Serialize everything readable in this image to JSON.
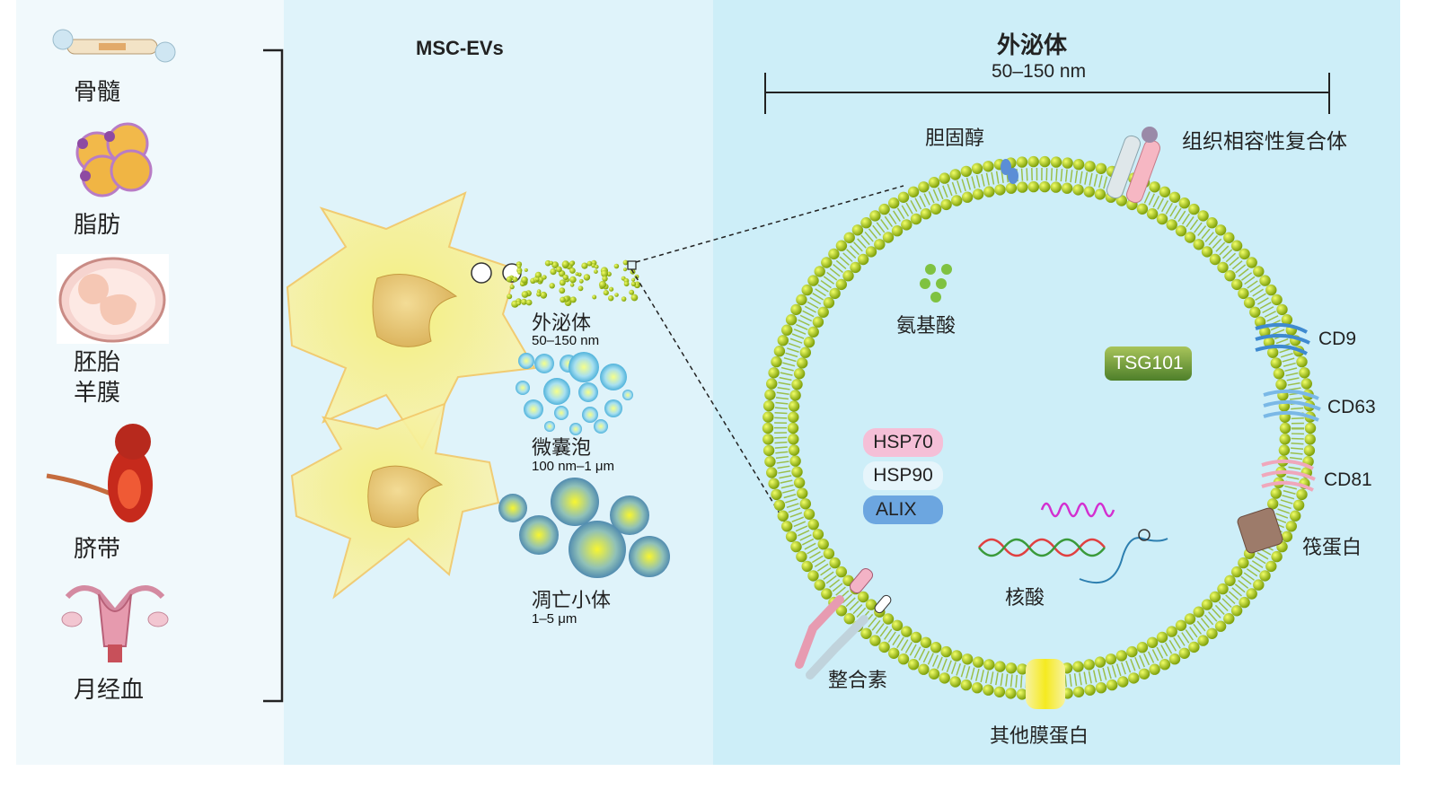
{
  "colors": {
    "left_panel": "#f1f9fc",
    "middle_panel": "#dff3fa",
    "right_panel": "#cdeef8",
    "membrane_bead": "#a4c61a",
    "cell_body": "#f4f0a3",
    "nucleus": "#e6c46e"
  },
  "sources": {
    "bone_marrow": "骨髓",
    "adipose": "脂肪",
    "placenta": "胚胎\n羊膜",
    "umbilical": "脐带",
    "menstrual": "月经血"
  },
  "middle": {
    "title": "MSC-EVs",
    "exosome_name": "外泌体",
    "exosome_size": "50–150 nm",
    "microvesicle_name": "微囊泡",
    "microvesicle_size": "100 nm–1 μm",
    "apoptotic_name": "凋亡小体",
    "apoptotic_size": "1–5 μm"
  },
  "right": {
    "title": "外泌体",
    "size": "50–150 nm",
    "cholesterol": "胆固醇",
    "mhc": "组织相容性复合体",
    "amino_acid": "氨基酸",
    "tsg101": "TSG101",
    "hsp70": "HSP70",
    "hsp90": "HSP90",
    "alix": "ALIX",
    "nucleic_acid": "核酸",
    "cd9": "CD9",
    "cd63": "CD63",
    "cd81": "CD81",
    "flotillin": "筏蛋白",
    "integrin": "整合素",
    "other_membrane": "其他膜蛋白"
  }
}
